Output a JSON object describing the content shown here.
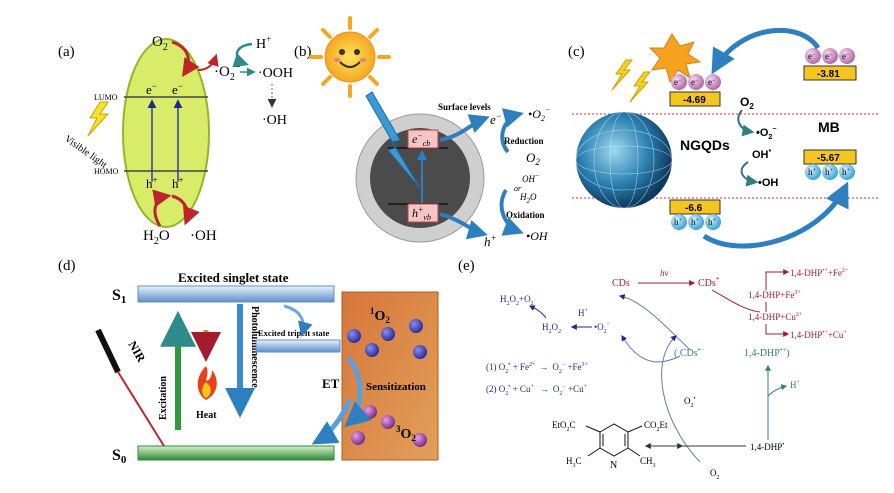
{
  "colors": {
    "oval_fill": "#d9ec6a",
    "oval_stroke": "#8fb82a",
    "red_arrow": "#c0242b",
    "teal_arrow": "#2f8a8a",
    "blue_arrow": "#2e7fbf",
    "orange_panel": "#d9803b",
    "dark_red_text": "#a11d2b",
    "navy_text": "#1c2a8a",
    "teal_text": "#2f7f7f"
  },
  "panel_a": {
    "label": "(a)",
    "o2": "O",
    "o2_sub": "2",
    "superoxide": "·O",
    "superoxide_sub": "2",
    "superoxide_sup": "−",
    "hplus": "H",
    "hplus_sup": "+",
    "ooh": "·OOH",
    "oh_top": "·OH",
    "lumo": "LUMO",
    "homo": "HOMO",
    "electron_1": "e",
    "electron_2": "e",
    "electron_sup": "−",
    "hole_1": "h",
    "hole_2": "h",
    "hole_sup": "+",
    "visible_light": "Visible light",
    "water": "H",
    "water_sub": "2",
    "water_tail": "O",
    "oh_bottom": "·OH"
  },
  "panel_b": {
    "label": "(b)",
    "surface_levels": "Surface levels",
    "ecb": "e",
    "ecb_sup": "−",
    "ecb_sub": "cb",
    "hvb": "h",
    "hvb_sup": "+",
    "hvb_sub": "vb",
    "eminus": "e",
    "eminus_sup": "−",
    "o2_rad": "•O",
    "o2_rad_sub": "2",
    "o2_rad_sup": "−",
    "reduction": "Reduction",
    "o2": "O",
    "o2_sub": "2",
    "oh_minus": "OH",
    "oh_minus_sup": "−",
    "or": "or",
    "h2o": "H",
    "h2o_sub": "2",
    "h2o_tail": "O",
    "oxidation": "Oxidation",
    "hplus": "h",
    "hplus_sup": "+",
    "oh_rad": "•OH"
  },
  "panel_c": {
    "label": "(c)",
    "e": "e",
    "e_sup": "−",
    "h": "h",
    "h_sup": "+",
    "level_top_right": "-3.81",
    "level_top_left": "-4.69",
    "level_bottom_right": "-5.67",
    "level_bottom_left": "-6.6",
    "o2": "O",
    "o2_sub": "2",
    "superoxide": "•O",
    "superoxide_sub": "2",
    "superoxide_sup": "−",
    "oh_star": "OH",
    "oh_star_sup": "*",
    "oh_rad": "•OH",
    "ngqds": "NGQDs",
    "mb": "MB"
  },
  "panel_d": {
    "label": "(d)",
    "s1": "S",
    "s1_sub": "1",
    "s0": "S",
    "s0_sub": "0",
    "excited_singlet": "Excited singlet state",
    "excited_triplet": "Excited tripelt state",
    "photoluminescence": "Photoluminescence",
    "excitation": "Excitation",
    "heat": "Heat",
    "nir": "NIR",
    "et": "ET",
    "sensitization": "Sensitization",
    "singlet_o2_sup": "1",
    "singlet_o2": "O",
    "singlet_o2_sub": "2",
    "triplet_o2_sup": "3",
    "triplet_o2": "O",
    "triplet_o2_sub": "2"
  },
  "panel_e": {
    "label": "(e)",
    "cds": "CDs",
    "hv": "hν",
    "cds_star": "CDs",
    "cds_star_sup": "*",
    "dhp_fe_top": "1,4-DHP",
    "dhp_fe_top_sup": "•+",
    "dhp_fe_top_tail": "+Fe",
    "dhp_fe_top_tail_sup": "2+",
    "dhp_fe3": "1,4-DHP+Fe",
    "dhp_fe3_sup": "3+",
    "dhp_cu2": "1,4-DHP+Cu",
    "dhp_cu2_sup": "2+",
    "dhp_cu_top": "1,4-DHP",
    "dhp_cu_top_sup": "•+",
    "dhp_cu_top_tail": "+Cu",
    "dhp_cu_top_tail_sup": "+",
    "h2o_o2": "H",
    "h2o_o2_sub1": "2",
    "h2o_o2_mid": "O",
    "h2o_o2_sub2": "2",
    "h2o_o2_tail": "+O",
    "h2o_o2_sub3": "2",
    "h_plus": "H",
    "h_plus_sup": "+",
    "h2o2": "H",
    "h2o2_sub1": "2",
    "h2o2_mid": "O",
    "h2o2_sub2": "2",
    "o2_minus": "•O",
    "o2_minus_sub": "2",
    "o2_minus_sup": "−",
    "cds_radical": "( CDs",
    "cds_radical_sup": "•−",
    "dhp_radical": "1,4-DHP",
    "dhp_radical_sup": "•+",
    "dhp_radical_tail": ")",
    "reaction_1": "(1)  O",
    "reaction_1_sub": "2",
    "reaction_1_sup": "•",
    "reaction_1_tail": " + Fe",
    "reaction_1_sup2": "2+",
    "reaction_1_arrow": "→",
    "reaction_1_prod": "O",
    "reaction_1_prod_sub": "2",
    "reaction_1_prod_sup": "−",
    "reaction_1_prod_tail": " +Fe",
    "reaction_1_prod_sup2": "3+",
    "reaction_2": "(2)  O",
    "reaction_2_sub": "2",
    "reaction_2_sup": "•",
    "reaction_2_tail": " + Cu",
    "reaction_2_sup2": "+",
    "reaction_2_arrow": "→",
    "reaction_2_prod": "O",
    "reaction_2_prod_sub": "2",
    "reaction_2_prod_sup": "−",
    "reaction_2_prod_tail": " +Cu",
    "reaction_2_prod_sup2": "+",
    "h_plus_right": "H",
    "h_plus_right_sup": "+",
    "o2_star": "O",
    "o2_star_sub": "2",
    "o2_star_sup": "•",
    "dhp_radical_bottom": "1,4-DHP",
    "dhp_radical_bottom_sup": "•",
    "o2_bottom": "O",
    "o2_bottom_sub": "2",
    "etoc_left": "EtO",
    "etoc_left_sub": "2",
    "etoc_left_tail": "C",
    "etoc_right": "CO",
    "etoc_right_sub": "2",
    "etoc_right_tail": "Et",
    "h3c": "H",
    "h3c_sub": "3",
    "h3c_tail": "C",
    "n_atom": "N",
    "ch3": "CH",
    "ch3_sub": "3"
  }
}
